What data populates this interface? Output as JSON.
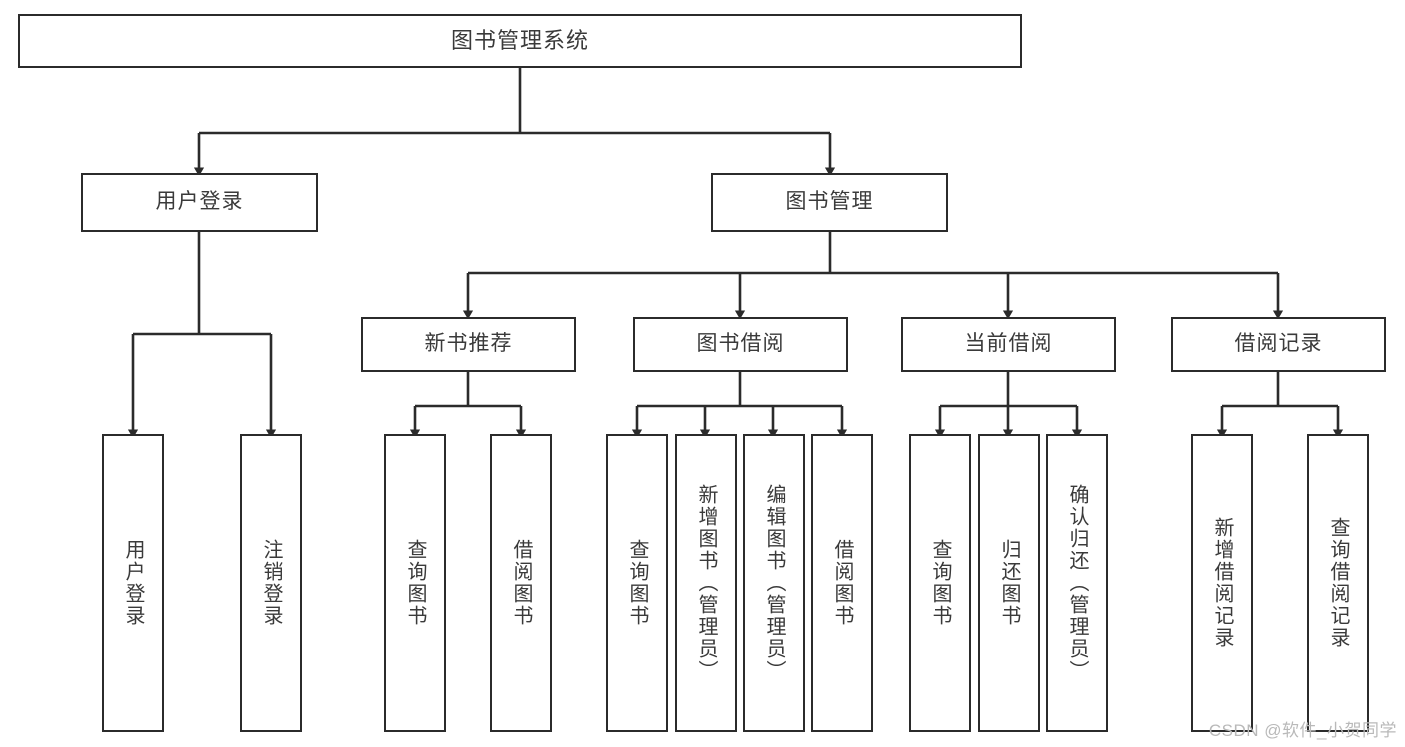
{
  "diagram": {
    "title": "图书管理系统",
    "type": "tree",
    "watermark": "CSDN @软件_小贺同学",
    "colors": {
      "box_border": "#2b2b2b",
      "box_fill": "#ffffff",
      "text": "#3a3a3a",
      "connector": "#2b2b2b",
      "watermark": "#b9b9b9"
    },
    "nodes": {
      "root": {
        "label": "图书管理系统"
      },
      "level2": [
        {
          "id": "user-login",
          "label": "用户登录"
        },
        {
          "id": "book-management",
          "label": "图书管理"
        }
      ],
      "level3": [
        {
          "id": "new-book-recommend",
          "label": "新书推荐"
        },
        {
          "id": "book-borrow",
          "label": "图书借阅"
        },
        {
          "id": "current-borrow",
          "label": "当前借阅"
        },
        {
          "id": "borrow-record",
          "label": "借阅记录"
        }
      ],
      "leaves": {
        "user_login": [
          {
            "id": "leaf-user-login",
            "label": "用户登录"
          },
          {
            "id": "leaf-logout",
            "label": "注销登录"
          }
        ],
        "new_book_recommend": [
          {
            "id": "leaf-query-book-1",
            "label": "查询图书"
          },
          {
            "id": "leaf-borrow-book-1",
            "label": "借阅图书"
          }
        ],
        "book_borrow": [
          {
            "id": "leaf-query-book-2",
            "label": "查询图书"
          },
          {
            "id": "leaf-add-book",
            "label": "新增图书（管理员）"
          },
          {
            "id": "leaf-edit-book",
            "label": "编辑图书（管理员）"
          },
          {
            "id": "leaf-borrow-book-2",
            "label": "借阅图书"
          }
        ],
        "current_borrow": [
          {
            "id": "leaf-query-book-3",
            "label": "查询图书"
          },
          {
            "id": "leaf-return-book",
            "label": "归还图书"
          },
          {
            "id": "leaf-confirm-return",
            "label": "确认归还（管理员）"
          }
        ],
        "borrow_record": [
          {
            "id": "leaf-add-record",
            "label": "新增借阅记录"
          },
          {
            "id": "leaf-query-record",
            "label": "查询借阅记录"
          }
        ]
      }
    }
  }
}
